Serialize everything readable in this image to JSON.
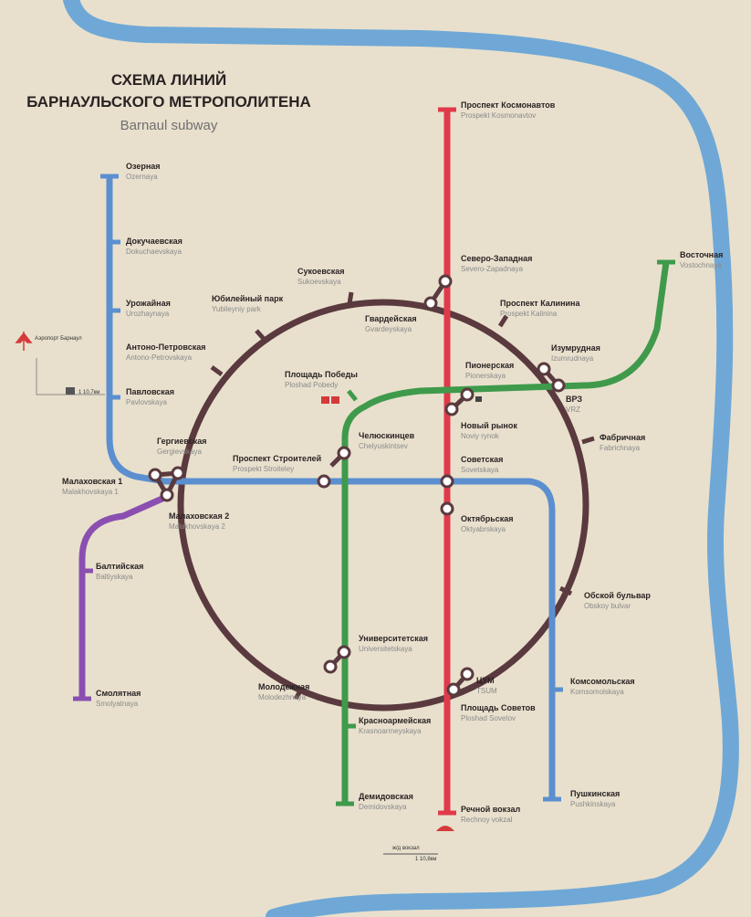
{
  "title": {
    "line1": "СХЕМА ЛИНИЙ",
    "line2": "БАРНАУЛЬСКОГО МЕТРОПОЛИТЕНА",
    "subtitle": "Barnaul subway"
  },
  "colors": {
    "background": "#e8e0cd",
    "river": "#6fa8d6",
    "red_line": "#e03a4a",
    "blue_line": "#5b8fd0",
    "green_line": "#3f9a4b",
    "purple_line": "#8a4fb0",
    "ring_line": "#5a3a3e"
  },
  "lines": [
    "red",
    "blue",
    "green",
    "purple",
    "ring"
  ],
  "stations": [
    {
      "id": "s01",
      "ru": "Проспект Космонавтов",
      "lat": "Prospekt Kosmonavtov",
      "line": "red"
    },
    {
      "id": "s02",
      "ru": "Северо-Западная",
      "lat": "Severo-Zapadnaya",
      "line": "red"
    },
    {
      "id": "s03",
      "ru": "Гвардейская",
      "lat": "Gvardeyskaya",
      "line": "ring"
    },
    {
      "id": "s04",
      "ru": "Новый рынок",
      "lat": "Noviy rynok",
      "line": "red"
    },
    {
      "id": "s05",
      "ru": "Советская",
      "lat": "Sovetskaya",
      "line": "blue"
    },
    {
      "id": "s06",
      "ru": "Октябрьская",
      "lat": "Oktyabrskaya",
      "line": "red"
    },
    {
      "id": "s07",
      "ru": "ЦУМ",
      "lat": "TSUM",
      "line": "ring"
    },
    {
      "id": "s08",
      "ru": "Площадь Советов",
      "lat": "Ploshad Sovetov",
      "line": "red"
    },
    {
      "id": "s09",
      "ru": "Речной вокзал",
      "lat": "Rechnoy vokzal",
      "line": "red"
    },
    {
      "id": "s10",
      "ru": "Озерная",
      "lat": "Ozernaya",
      "line": "blue"
    },
    {
      "id": "s11",
      "ru": "Докучаевская",
      "lat": "Dokuchaevskaya",
      "line": "blue"
    },
    {
      "id": "s12",
      "ru": "Урожайная",
      "lat": "Urozhaynaya",
      "line": "blue"
    },
    {
      "id": "s13",
      "ru": "Павловская",
      "lat": "Pavlovskaya",
      "line": "blue"
    },
    {
      "id": "s14",
      "ru": "Малаховская 1",
      "lat": "Malakhovskaya 1",
      "line": "blue"
    },
    {
      "id": "s15",
      "ru": "Проспект Строителей",
      "lat": "Prospekt Stroiteley",
      "line": "blue"
    },
    {
      "id": "s16",
      "ru": "Комсомольская",
      "lat": "Komsomolskaya",
      "line": "blue"
    },
    {
      "id": "s17",
      "ru": "Пушкинская",
      "lat": "Pushkinskaya",
      "line": "blue"
    },
    {
      "id": "s18",
      "ru": "Восточная",
      "lat": "Vostochnaya",
      "line": "green"
    },
    {
      "id": "s19",
      "ru": "Изумрудная",
      "lat": "Izumrudnaya",
      "line": "green"
    },
    {
      "id": "s20",
      "ru": "Пионерская",
      "lat": "Pionerskaya",
      "line": "green"
    },
    {
      "id": "s21",
      "ru": "Площадь Победы",
      "lat": "Ploshad Pobedy",
      "line": "green"
    },
    {
      "id": "s22",
      "ru": "Челюскинцев",
      "lat": "Chelyuskintsev",
      "line": "green"
    },
    {
      "id": "s23",
      "ru": "Университетская",
      "lat": "Universitetskaya",
      "line": "green"
    },
    {
      "id": "s24",
      "ru": "Красноармейская",
      "lat": "Krasnoarmeyskaya",
      "line": "green"
    },
    {
      "id": "s25",
      "ru": "Демидовская",
      "lat": "Demidovskaya",
      "line": "green"
    },
    {
      "id": "s26",
      "ru": "Балтийская",
      "lat": "Baltiyskaya",
      "line": "purple"
    },
    {
      "id": "s27",
      "ru": "Смолятная",
      "lat": "Smolyatnaya",
      "line": "purple"
    },
    {
      "id": "s28",
      "ru": "Сукоевская",
      "lat": "Sukoevskaya",
      "line": "ring"
    },
    {
      "id": "s29",
      "ru": "Юбилейный парк",
      "lat": "Yubileyniy park",
      "line": "ring"
    },
    {
      "id": "s30",
      "ru": "Антоно-Петровская",
      "lat": "Antono-Petrovskaya",
      "line": "ring"
    },
    {
      "id": "s31",
      "ru": "Гергиевская",
      "lat": "Gergievskaya",
      "line": "ring"
    },
    {
      "id": "s32",
      "ru": "Малаховская 2",
      "lat": "Malakhovskaya 2",
      "line": "ring"
    },
    {
      "id": "s33",
      "ru": "Молодежная",
      "lat": "Molodezhnaya",
      "line": "ring"
    },
    {
      "id": "s34",
      "ru": "Обской бульвар",
      "lat": "Obskoy bulvar",
      "line": "ring"
    },
    {
      "id": "s35",
      "ru": "Фабричная",
      "lat": "Fabrichnaya",
      "line": "ring"
    },
    {
      "id": "s36",
      "ru": "ВРЗ",
      "lat": "VRZ",
      "line": "ring"
    },
    {
      "id": "s37",
      "ru": "Проспект Калинина",
      "lat": "Prospekt Kalinina",
      "line": "ring"
    }
  ],
  "airport": {
    "label": "Аэропорт Барнаул",
    "distance": "1 10,7км"
  },
  "station_note": {
    "label": "ж/д вокзал",
    "distance": "1 10,8км"
  },
  "icons": [
    "airplane-icon",
    "tram-icon",
    "train-icon",
    "boat-icon"
  ]
}
